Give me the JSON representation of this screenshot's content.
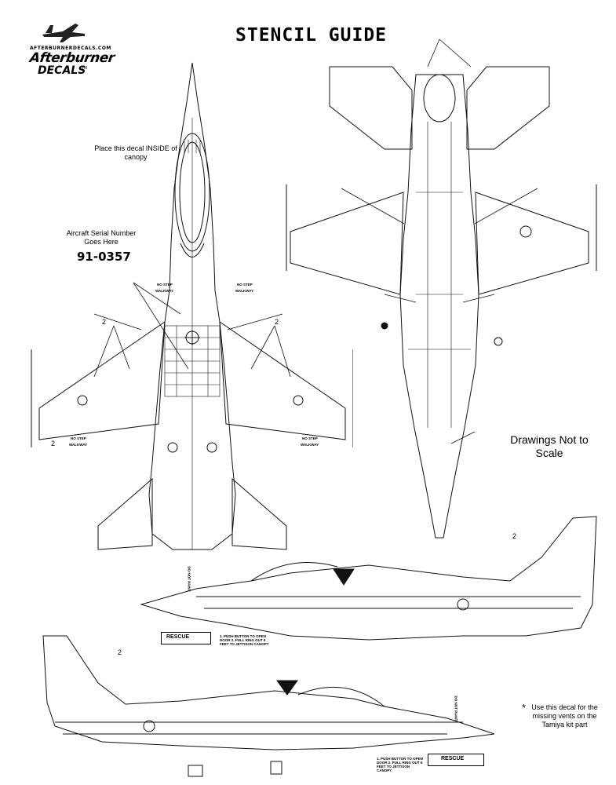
{
  "title": "STENCIL GUIDE",
  "logo": {
    "url": "AFTERBURNERDECALS.COM",
    "brand": "Afterburner",
    "sub": "DECALS",
    "tm": "TM"
  },
  "notes": {
    "canopy": "Place this decal INSIDE of canopy",
    "serial_label": "Aircraft Serial Number Goes Here",
    "serial_value": "91-0357",
    "scale": "Drawings Not to Scale",
    "vent_star": "*",
    "vent": "Use this decal for the missing vents on the Tamiya kit part"
  },
  "stencils": {
    "no_step": "NO STEP",
    "walkway": "WALKWAY",
    "rescue": "RESCUE",
    "instructions": "1. PUSH BUTTON TO OPEN DOOR 2. PULL RING OUT 6 FEET TO JETTISON CANOPY",
    "do_not_paint": "DO NOT PAINT",
    "number_2": "2"
  }
}
